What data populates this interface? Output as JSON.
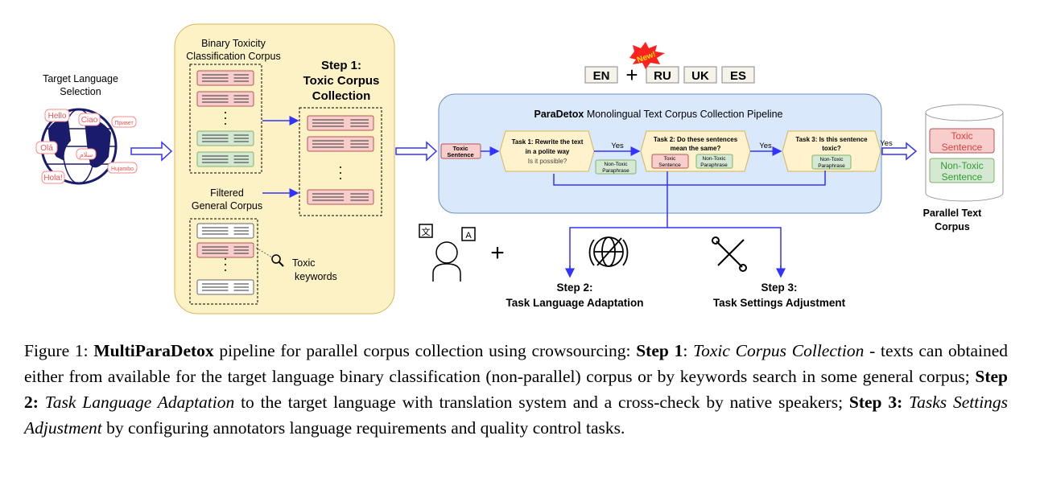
{
  "target": {
    "title_line1": "Target Language",
    "title_line2": "Selection",
    "greetings": [
      "Hello",
      "Ciao",
      "Привет",
      "Olá",
      "Hola!",
      "Hujambo",
      "سلام"
    ]
  },
  "step1_box": {
    "binary_line1": "Binary Toxicity",
    "binary_line2": "Classification Corpus",
    "step_line1": "Step 1:",
    "step_line2": "Toxic Corpus",
    "step_line3": "Collection",
    "filtered_line1": "Filtered",
    "filtered_line2": "General Corpus",
    "keywords_line1": "Toxic",
    "keywords_line2": "keywords"
  },
  "languages": {
    "base": "EN",
    "plus": "+",
    "new_badge": "New!",
    "added": [
      "RU",
      "UK",
      "ES"
    ]
  },
  "pipeline": {
    "title_bold": "ParaDetox",
    "title_rest": " Monolingual Text Corpus Collection Pipeline",
    "input": {
      "line1": "Toxic",
      "line2": "Sentence"
    },
    "task1": {
      "line1": "Task 1: Rewrite the text",
      "line2": "in a polite way",
      "line3": "Is it possible?"
    },
    "task2": {
      "line1": "Task 2: Do these sentences",
      "line2": "mean the same?"
    },
    "task3": {
      "line1": "Task 3: Is this sentence",
      "line2": "toxic?"
    },
    "yes": "Yes",
    "toxic_line1": "Toxic",
    "toxic_line2": "Sentence",
    "nontoxic_line1": "Non-Toxic",
    "nontoxic_line2": "Paraphrase"
  },
  "corpus": {
    "toxic_line1": "Toxic",
    "toxic_line2": "Sentence",
    "nontoxic_line1": "Non-Toxic",
    "nontoxic_line2": "Sentence",
    "label_line1": "Parallel Text",
    "label_line2": "Corpus"
  },
  "step2": {
    "line1": "Step 2:",
    "line2": "Task Language Adaptation"
  },
  "step3": {
    "line1": "Step 3:",
    "line2": "Task Settings Adjustment"
  },
  "caption": {
    "s1": "Figure 1: ",
    "s2": "MultiParaDetox",
    "s3": " pipeline for parallel corpus collection using crowsourcing: ",
    "s4": "Step 1",
    "s5": ": ",
    "s6": "Toxic Corpus Collection",
    "s7": " - texts can obtained either from available for the target language binary classification (non-parallel) corpus or by keywords search in some general corpus; ",
    "s8": "Step 2:",
    "s9": " ",
    "s10": "Task Language Adaptation",
    "s11": " to the target language with translation system and a cross-check by native speakers; ",
    "s12": "Step 3:",
    "s13": " ",
    "s14": "Tasks Settings Adjustment",
    "s15": " by configuring annotators language requirements and quality control tasks."
  },
  "colors": {
    "arrow": "#3333ff",
    "yellow_fill": "#fdf2c6",
    "blue_fill": "#dae8fc",
    "red_fill": "#f8cecc",
    "green_fill": "#d5e8d4",
    "globe": "#1b1b6b"
  }
}
